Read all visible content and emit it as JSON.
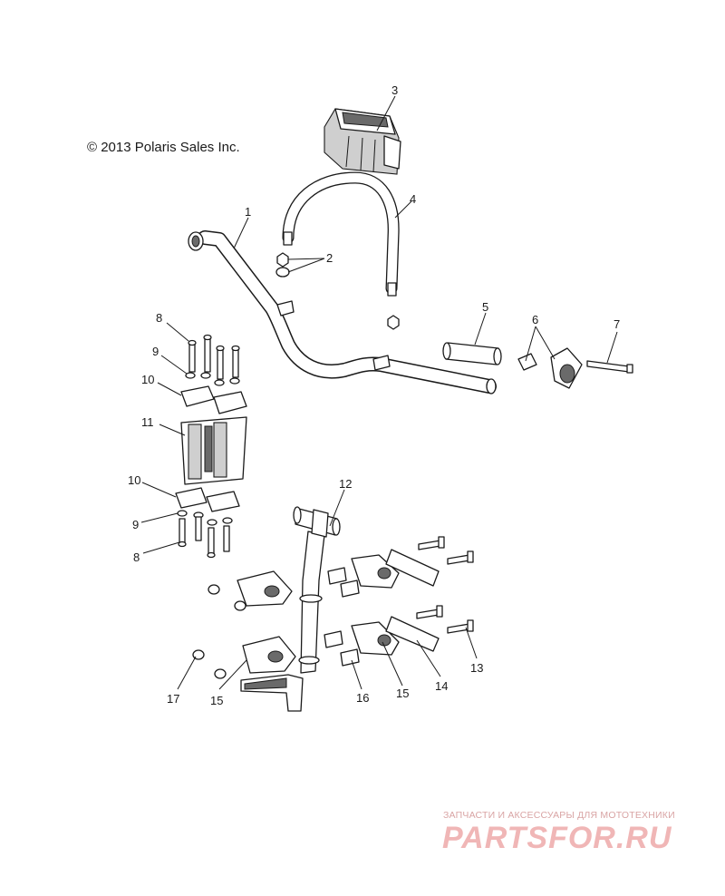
{
  "copyright": "© 2013 Polaris Sales Inc.",
  "callouts": {
    "c1": "1",
    "c2": "2",
    "c3": "3",
    "c4": "4",
    "c5": "5",
    "c6": "6",
    "c7": "7",
    "c8a": "8",
    "c8b": "8",
    "c9a": "9",
    "c9b": "9",
    "c10a": "10",
    "c10b": "10",
    "c11": "11",
    "c12": "12",
    "c13": "13",
    "c14": "14",
    "c15a": "15",
    "c15b": "15",
    "c16": "16",
    "c17": "17"
  },
  "watermark": {
    "tagline": "ЗАПЧАСТИ И АКСЕССУАРЫ ДЛЯ МОТОТЕХНИКИ",
    "logo": "PARTSFOR.RU",
    "color": "#f0b6b6"
  }
}
